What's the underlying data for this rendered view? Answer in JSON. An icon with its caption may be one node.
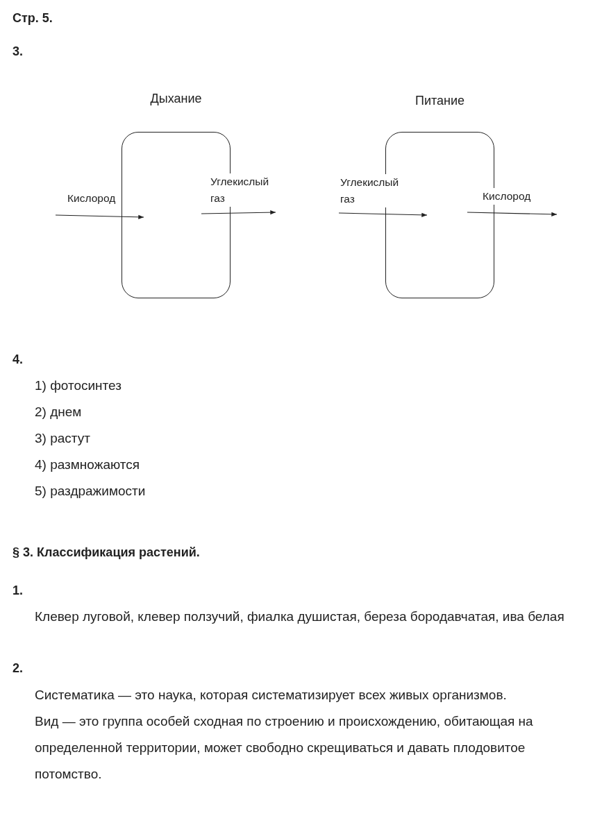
{
  "diagram": {
    "title": "Стр. 5.",
    "nodes": [
      {
        "text": [
          "Дыхание"
        ]
      },
      {
        "text": [
          "Питание"
        ]
      }
    ],
    "edges": [
      {
        "from": null,
        "to": 0,
        "arrow": "to",
        "label": "Кислород"
      },
      {
        "from": 0,
        "to": null,
        "arrow": "to",
        "label": "Углекислый газ"
      },
      {
        "from": null,
        "to": 1,
        "arrow": "to",
        "label": "Углекислый газ"
      },
      {
        "from": 1,
        "to": null,
        "arrow": "to",
        "label": "Кислород"
      }
    ],
    "labels": [
      "3.",
      "4.",
      "1) фотосинтез",
      "2) днем",
      "3) растут",
      "4) размножаются",
      "5) раздражимости",
      "§ 3. Классификация растений.",
      "1.",
      "Клевер луговой, клевер ползучий, фиалка душистая, береза бородавчатая, ива белая",
      "2.",
      "Систематика — это наука, которая систематизирует всех живых организмов.",
      "Вид — это группа особей сходная по строению и происхождению, обитающая на определенной территории, может свободно скрещиваться и давать плодовитое потомство."
    ]
  }
}
